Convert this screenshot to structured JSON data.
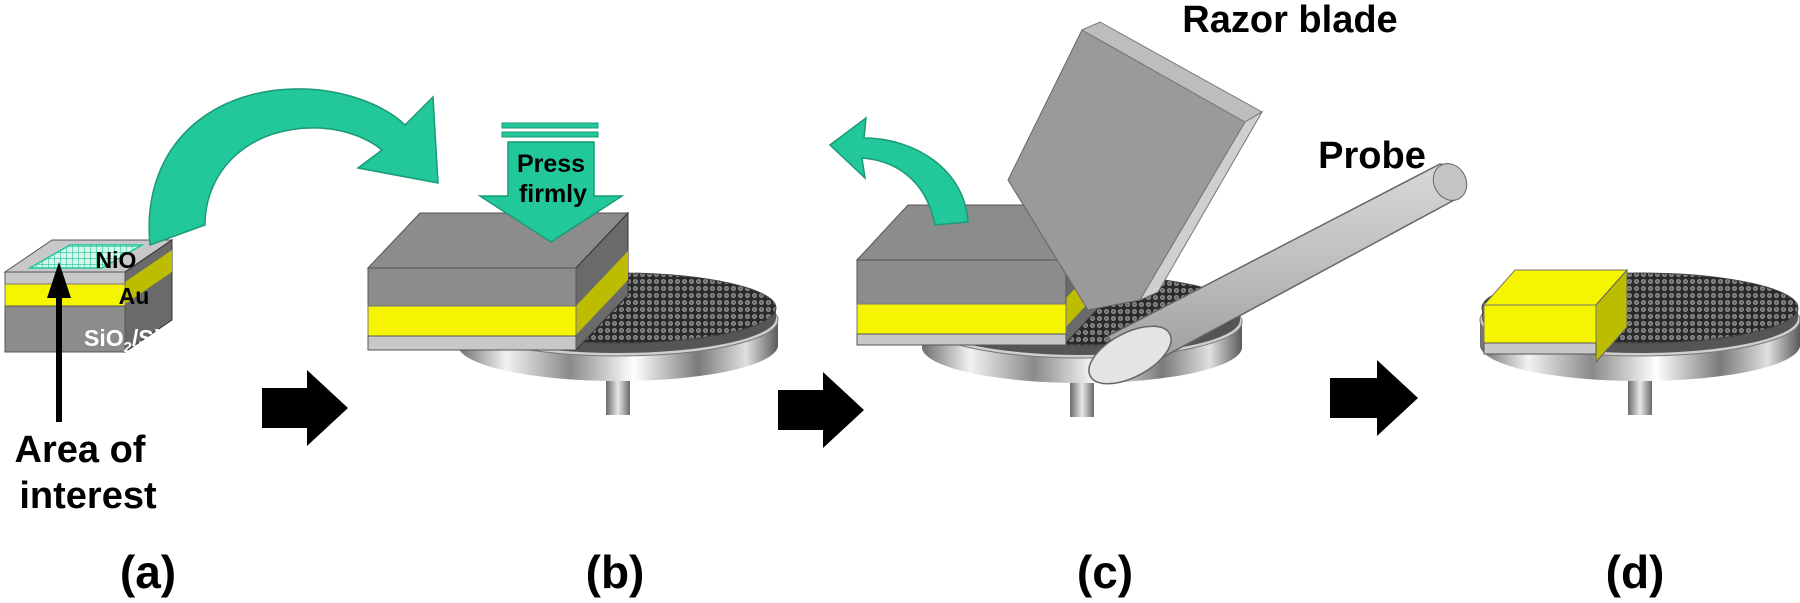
{
  "panels": {
    "a": "(a)",
    "b": "(b)",
    "c": "(c)",
    "d": "(d)"
  },
  "layers": {
    "nio": "NiO",
    "au": "Au",
    "sio2_prefix": "SiO",
    "sio2_sub": "2",
    "sio2_suffix": "/Si"
  },
  "annotations": {
    "area_line1": "Area of",
    "area_line2": "interest",
    "press_line1": "Press",
    "press_line2": "firmly",
    "razor": "Razor blade",
    "probe": "Probe"
  },
  "colors": {
    "arrow_teal": "#22C79A",
    "gold": "#F5F500",
    "layer_gray": "#8C8C8C",
    "substrate_light": "#C8C8C8",
    "process_arrow": "#000000"
  }
}
